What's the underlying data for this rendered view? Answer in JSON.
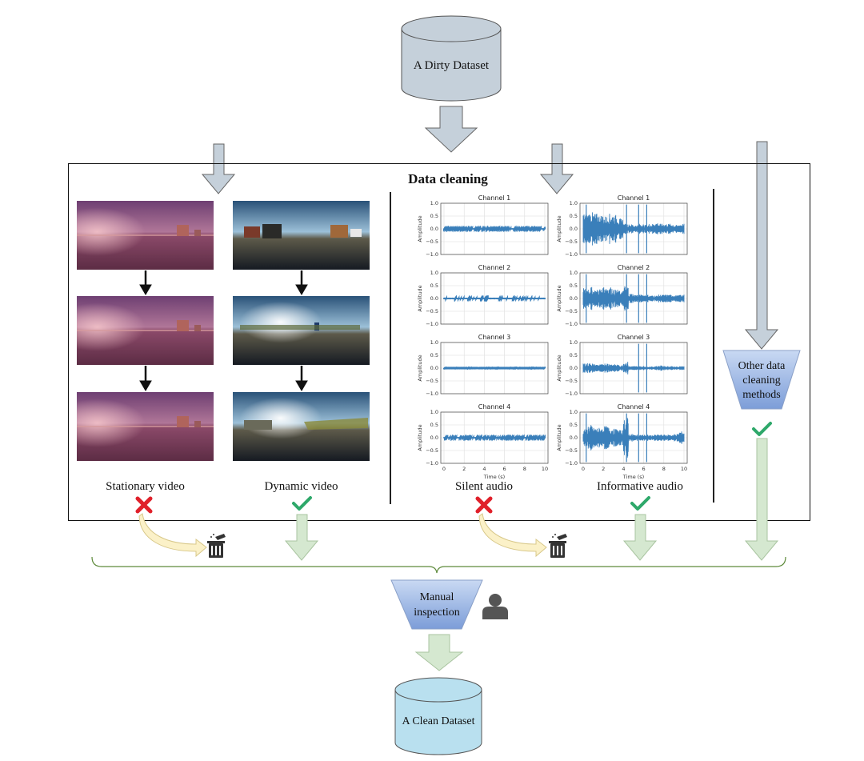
{
  "diagram": {
    "source": {
      "label": "A Dirty Dataset",
      "color": "#c5d0da"
    },
    "frame_title": "Data cleaning",
    "video": {
      "columns": [
        {
          "label": "Stationary video",
          "status": "rejected",
          "status_icon": "cross-icon",
          "frames": [
            "frame-1",
            "frame-2",
            "frame-3"
          ],
          "palette": "pink-sunset"
        },
        {
          "label": "Dynamic video",
          "status": "accepted",
          "status_icon": "check-icon",
          "frames": [
            "frame-1",
            "frame-2",
            "frame-3"
          ],
          "palette": "blue-sky-street"
        }
      ]
    },
    "audio": {
      "columns": [
        {
          "label": "Silent audio",
          "status": "rejected",
          "status_icon": "cross-icon"
        },
        {
          "label": "Informative audio",
          "status": "accepted",
          "status_icon": "check-icon"
        }
      ]
    },
    "other": {
      "label_lines": [
        "Other data",
        "cleaning",
        "methods"
      ],
      "status": "accepted",
      "status_icon": "check-icon"
    },
    "trash_icon": "trash-icon",
    "manual": {
      "label_lines": [
        "Manual",
        "inspection"
      ],
      "icon": "person-icon"
    },
    "target": {
      "label": "A Clean Dataset",
      "color": "#b9e0ef"
    },
    "colors": {
      "gray_arrow": "#c5d0da",
      "green_arrow": "#d5e8d0",
      "yellow_arrow": "#fbf1c8",
      "funnel_top": "#c5d6f2",
      "funnel_bottom": "#7a9bd6",
      "reject": "#e0202a",
      "accept": "#2ea86a",
      "waveform": "#3a7fba"
    }
  },
  "chart_data": [
    {
      "type": "line",
      "group": "Silent audio",
      "panels": [
        {
          "title": "Channel 1",
          "ylabel": "Amplitude",
          "envelope": 0.02
        },
        {
          "title": "Channel 2",
          "ylabel": "Amplitude",
          "envelope": 0.03
        },
        {
          "title": "Channel 3",
          "ylabel": "Amplitude",
          "envelope": 0.005
        },
        {
          "title": "Channel 4",
          "ylabel": "Amplitude",
          "envelope": 0.02
        }
      ],
      "xlabel": "Time (s)",
      "xlim": [
        0,
        10
      ],
      "ylim": [
        -1.0,
        1.0
      ],
      "xticks": [
        "0",
        "2",
        "4",
        "6",
        "8",
        "10"
      ],
      "yticks": [
        "1.0",
        "0.5",
        "0.0",
        "−0.5",
        "−1.0"
      ],
      "grid": true
    },
    {
      "type": "line",
      "group": "Informative audio",
      "panels": [
        {
          "title": "Channel 1",
          "ylabel": "Amplitude",
          "envelope": [
            0.6,
            0.65,
            0.6,
            0.55,
            0.5,
            0.6,
            0.55,
            0.4,
            0.2,
            0.18,
            0.15,
            0.2,
            0.15,
            0.2,
            0.25,
            0.2,
            0.2,
            0.2,
            0.15,
            0.2
          ],
          "spikes": [
            0.3,
            4.3,
            5.5,
            6.3
          ]
        },
        {
          "title": "Channel 2",
          "ylabel": "Amplitude",
          "envelope": [
            0.4,
            0.45,
            0.35,
            0.4,
            0.5,
            0.45,
            0.35,
            0.3,
            0.5,
            0.2,
            0.15,
            0.15,
            0.15,
            0.12,
            0.12,
            0.15,
            0.15,
            0.15,
            0.12,
            0.15
          ],
          "spikes": [
            0.3,
            4.3,
            5.5,
            6.3
          ]
        },
        {
          "title": "Channel 3",
          "ylabel": "Amplitude",
          "envelope": [
            0.2,
            0.2,
            0.15,
            0.15,
            0.2,
            0.18,
            0.15,
            0.12,
            0.25,
            0.08,
            0.08,
            0.08,
            0.08,
            0.06,
            0.08,
            0.1,
            0.08,
            0.08,
            0.06,
            0.08
          ],
          "spikes": [
            5.5,
            6.3
          ]
        },
        {
          "title": "Channel 4",
          "ylabel": "Amplitude",
          "envelope": [
            0.35,
            0.5,
            0.4,
            0.4,
            0.45,
            0.4,
            0.35,
            0.3,
            0.8,
            0.15,
            0.12,
            0.12,
            0.12,
            0.1,
            0.12,
            0.12,
            0.12,
            0.12,
            0.15,
            0.25
          ],
          "spikes": [
            0.3,
            4.3,
            5.5,
            6.3
          ]
        }
      ],
      "xlabel": "Time (s)",
      "xlim": [
        0,
        10
      ],
      "ylim": [
        -1.0,
        1.0
      ],
      "xticks": [
        "0",
        "2",
        "4",
        "6",
        "8",
        "10"
      ],
      "yticks": [
        "1.0",
        "0.5",
        "0.0",
        "−0.5",
        "−1.0"
      ],
      "grid": true
    }
  ]
}
